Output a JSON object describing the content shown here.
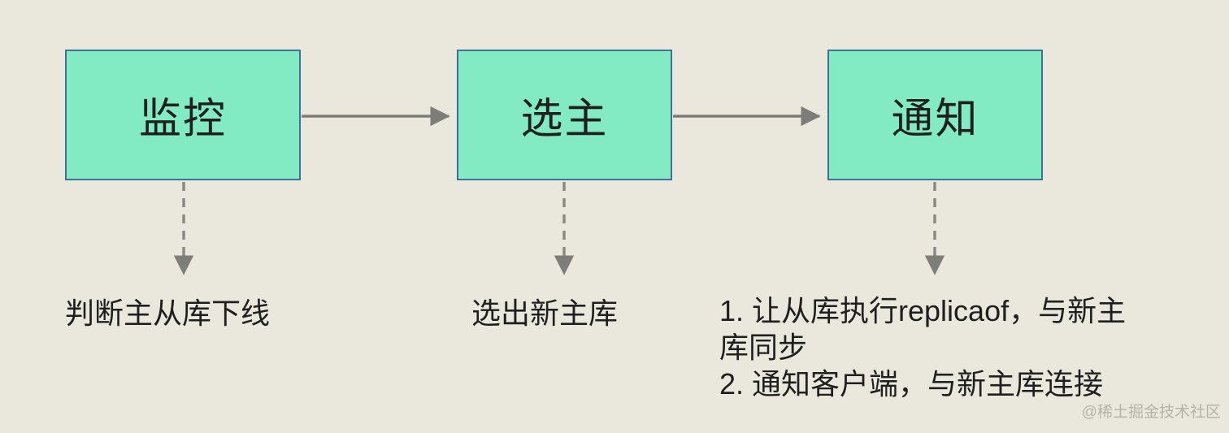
{
  "diagram": {
    "title_implicit": "Redis sentinel failover flow",
    "colors": {
      "background": "#EAE7DC",
      "box_fill": "#82EBC3",
      "box_border": "#3D7296",
      "arrow": "#7D7D79",
      "text": "#1F1F1F",
      "watermark": "#B5B2A8"
    },
    "steps": [
      {
        "label": "监控",
        "caption": "判断主从库下线"
      },
      {
        "label": "选主",
        "caption": "选出新主库"
      },
      {
        "label": "通知",
        "caption_lines": [
          "1. 让从库执行replicaof，与新主",
          "库同步",
          "2. 通知客户端，与新主库连接"
        ]
      }
    ],
    "watermark": "@稀土掘金技术社区"
  }
}
